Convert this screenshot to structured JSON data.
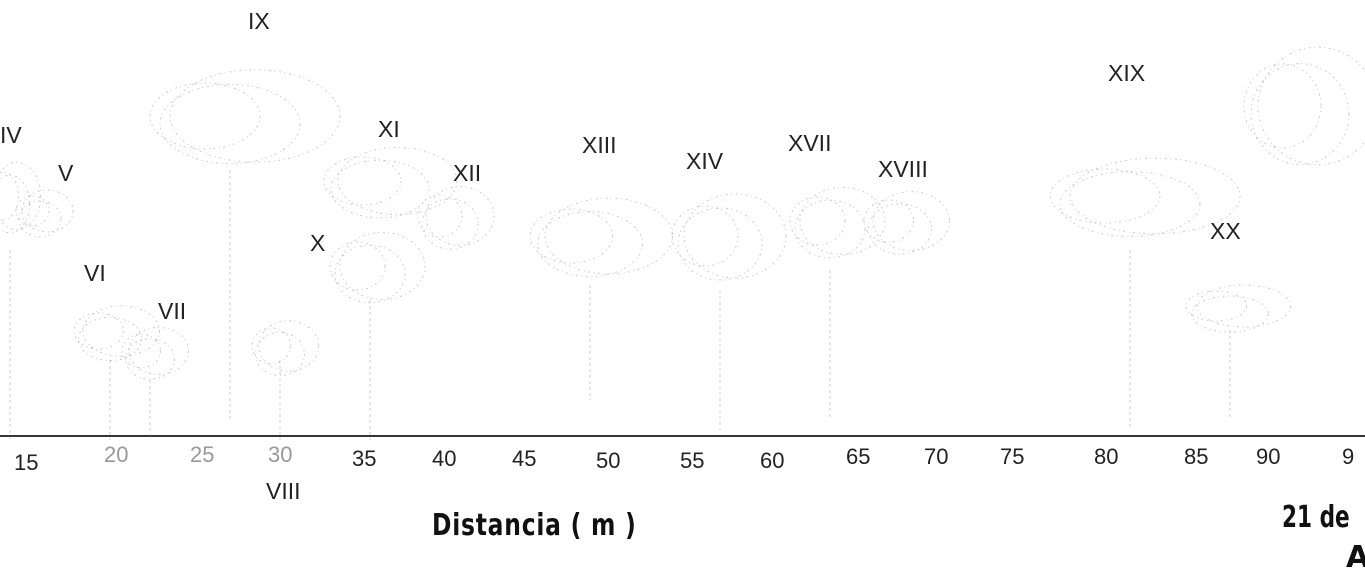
{
  "figure": {
    "axis_title": "Distancia  ( m )",
    "corner_text": "21 de",
    "corner_glyph": "A",
    "line_color": "#333333",
    "sketch_color": "#8a8a8a"
  },
  "trees": [
    {
      "id": "IV",
      "label": "IV"
    },
    {
      "id": "V",
      "label": "V"
    },
    {
      "id": "VI",
      "label": "VI"
    },
    {
      "id": "VII",
      "label": "VII"
    },
    {
      "id": "VIII",
      "label": "VIII"
    },
    {
      "id": "IX",
      "label": "IX"
    },
    {
      "id": "X",
      "label": "X"
    },
    {
      "id": "XI",
      "label": "XI"
    },
    {
      "id": "XII",
      "label": "XII"
    },
    {
      "id": "XIII",
      "label": "XIII"
    },
    {
      "id": "XIV",
      "label": "XIV"
    },
    {
      "id": "XVII",
      "label": "XVII"
    },
    {
      "id": "XVIII",
      "label": "XVIII"
    },
    {
      "id": "XIX",
      "label": "XIX"
    },
    {
      "id": "XX",
      "label": "XX"
    }
  ],
  "ticks": [
    "15",
    "20",
    "25",
    "30",
    "35",
    "40",
    "45",
    "50",
    "55",
    "60",
    "65",
    "70",
    "75",
    "80",
    "85",
    "90",
    "9"
  ]
}
